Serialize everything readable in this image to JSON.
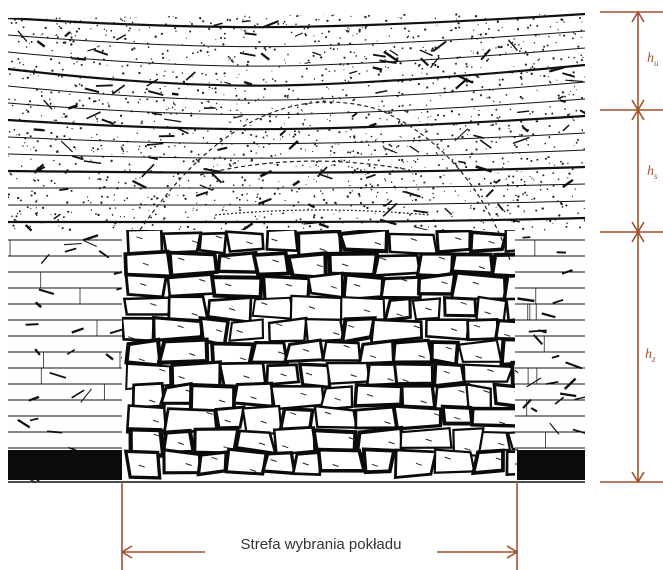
{
  "figure": {
    "labels": {
      "h_upper": "h",
      "h_upper_sub": "u",
      "h_middle": "h",
      "h_middle_sub": "s",
      "h_lower": "h",
      "h_lower_sub": "z",
      "zone": "Strefa wybrania pokładu"
    },
    "colors": {
      "dimension": "#a0522d",
      "ink": "#111111",
      "paper": "#ffffff",
      "label_text": "#a0522d",
      "zone_text": "#333333"
    },
    "layers": [
      {
        "name": "upper-bending-zone",
        "pattern": "sandstone-dots"
      },
      {
        "name": "middle-fractured-zone",
        "pattern": "sandstone-dots"
      },
      {
        "name": "lower-caving-zone",
        "pattern": "rubble"
      },
      {
        "name": "coal-seam",
        "pattern": "solid-black"
      }
    ]
  }
}
